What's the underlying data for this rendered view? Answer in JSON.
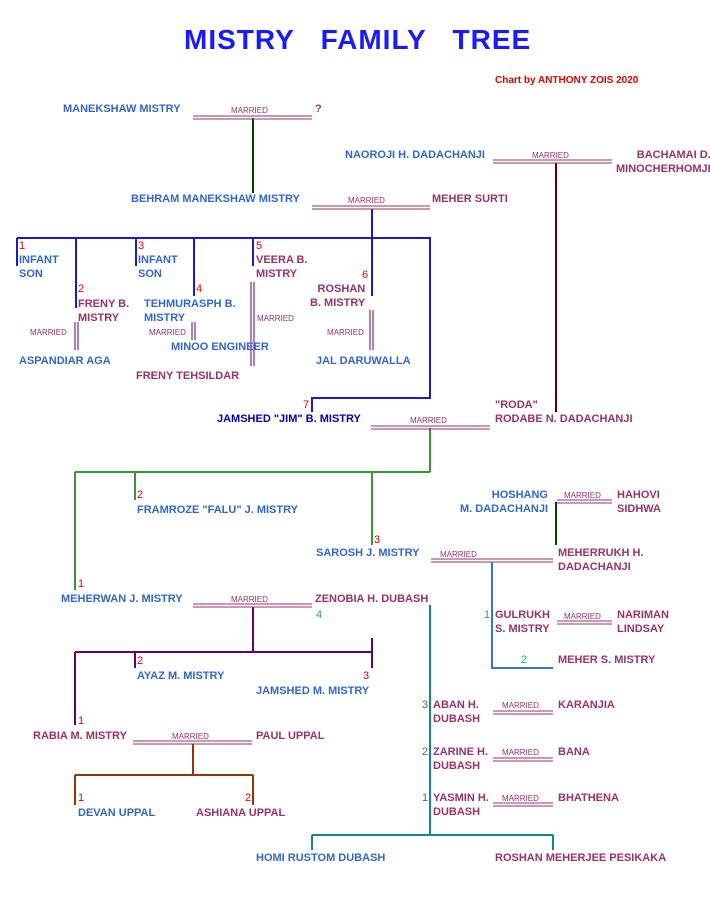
{
  "header": {
    "title": "MISTRY   FAMILY   TREE",
    "credit": "Chart by ANTHONY ZOIS 2020"
  },
  "married_label": "MARRIED",
  "people": {
    "manekshaw": "MANEKSHAW MISTRY",
    "manekshaw_spouse": "?",
    "naoroji": "NAOROJI H. DADACHANJI",
    "bachamai": "BACHAMAI D.\nMINOCHERHOMJI",
    "behram": "BEHRAM MANEKSHAW MISTRY",
    "meher": "MEHER SURTI",
    "infant_son_1": "INFANT\nSON",
    "infant_son_3": "INFANT\nSON",
    "veera": "VEERA B.\nMISTRY",
    "freny_b": "FRENY B.\nMISTRY",
    "tehmurasph": "TEHMURASPH B.\nMISTRY",
    "roshan_b": "ROSHAN\nB. MISTRY",
    "aspandiar": "ASPANDIAR AGA",
    "minoo": "MINOO ENGINEER",
    "jal": "JAL DARUWALLA",
    "freny_t": "FRENY TEHSILDAR",
    "jamshed_jim": "JAMSHED \"JIM\" B. MISTRY",
    "rodabe": "\"RODA\"\nRODABE N. DADACHANJI",
    "framroze": "FRAMROZE \"FALU\" J. MISTRY",
    "hoshang": "HOSHANG\nM. DADACHANJI",
    "hahovi": "HAHOVI\nSIDHWA",
    "sarosh": "SAROSH J. MISTRY",
    "meherrukh": "MEHERRUKH H.\nDADACHANJI",
    "meherwan": "MEHERWAN J. MISTRY",
    "zenobia": "ZENOBIA H. DUBASH",
    "gulrukh": "GULRUKH\nS. MISTRY",
    "nariman": "NARIMAN\nLINDSAY",
    "meher_s": "MEHER S. MISTRY",
    "ayaz": "AYAZ M. MISTRY",
    "jamshed_m": "JAMSHED M. MISTRY",
    "aban": "ABAN H.\nDUBASH",
    "karanjia": "KARANJIA",
    "rabia": "RABIA M. MISTRY",
    "paul": "PAUL UPPAL",
    "zarine": "ZARINE H.\nDUBASH",
    "bana": "BANA",
    "yasmin": "YASMIN H.\nDUBASH",
    "bhathena": "BHATHENA",
    "devan": "DEVAN UPPAL",
    "ashiana": "ASHIANA UPPAL",
    "homi": "HOMI RUSTOM DUBASH",
    "roshan_p": "ROSHAN MEHERJEE PESIKAKA"
  },
  "birth_order": {
    "infant_son_1": "1",
    "freny_b": "2",
    "infant_son_3": "3",
    "tehmurasph": "4",
    "veera": "5",
    "roshan_b": "6",
    "jamshed_jim": "7",
    "meherwan": "1",
    "framroze": "2",
    "sarosh": "3",
    "zenobia": "4",
    "gulrukh": "1",
    "meher_s": "2",
    "rabia": "1",
    "ayaz": "2",
    "jamshed_m": "3",
    "aban": "3",
    "zarine": "2",
    "yasmin": "1",
    "devan": "1",
    "ashiana": "2"
  },
  "colors": {
    "title": "#1a1aff",
    "credit": "#dd0000",
    "male_name": "#3366cc",
    "female_name": "#993366",
    "featured_name": "#0000aa",
    "birth_order": "#dd0000",
    "line_blue": "#1a1acc",
    "line_green": "#339933",
    "line_purple": "#660066",
    "line_brown": "#993300",
    "line_teal": "#118888",
    "line_darkgreen": "#004400",
    "line_maroon": "#660000",
    "line_lightblue": "#3377cc"
  }
}
